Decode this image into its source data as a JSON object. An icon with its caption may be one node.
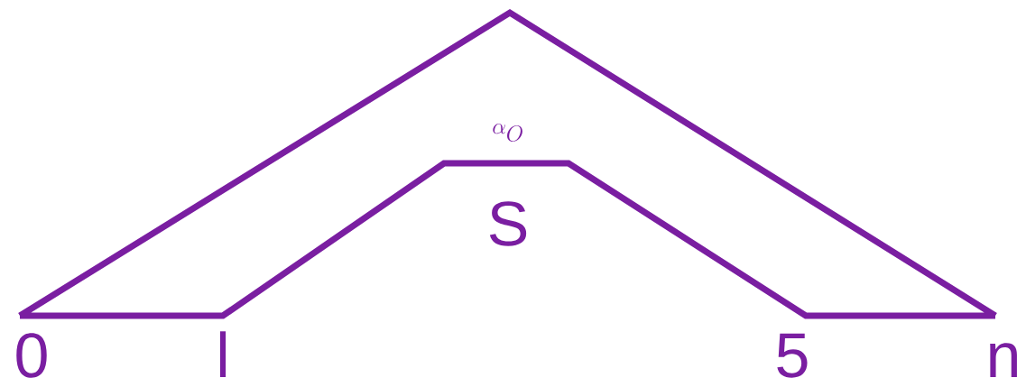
{
  "diagram": {
    "labels": [
      "\\alpha_O",
      "S",
      "0",
      "l",
      "5",
      "n"
    ]
  }
}
